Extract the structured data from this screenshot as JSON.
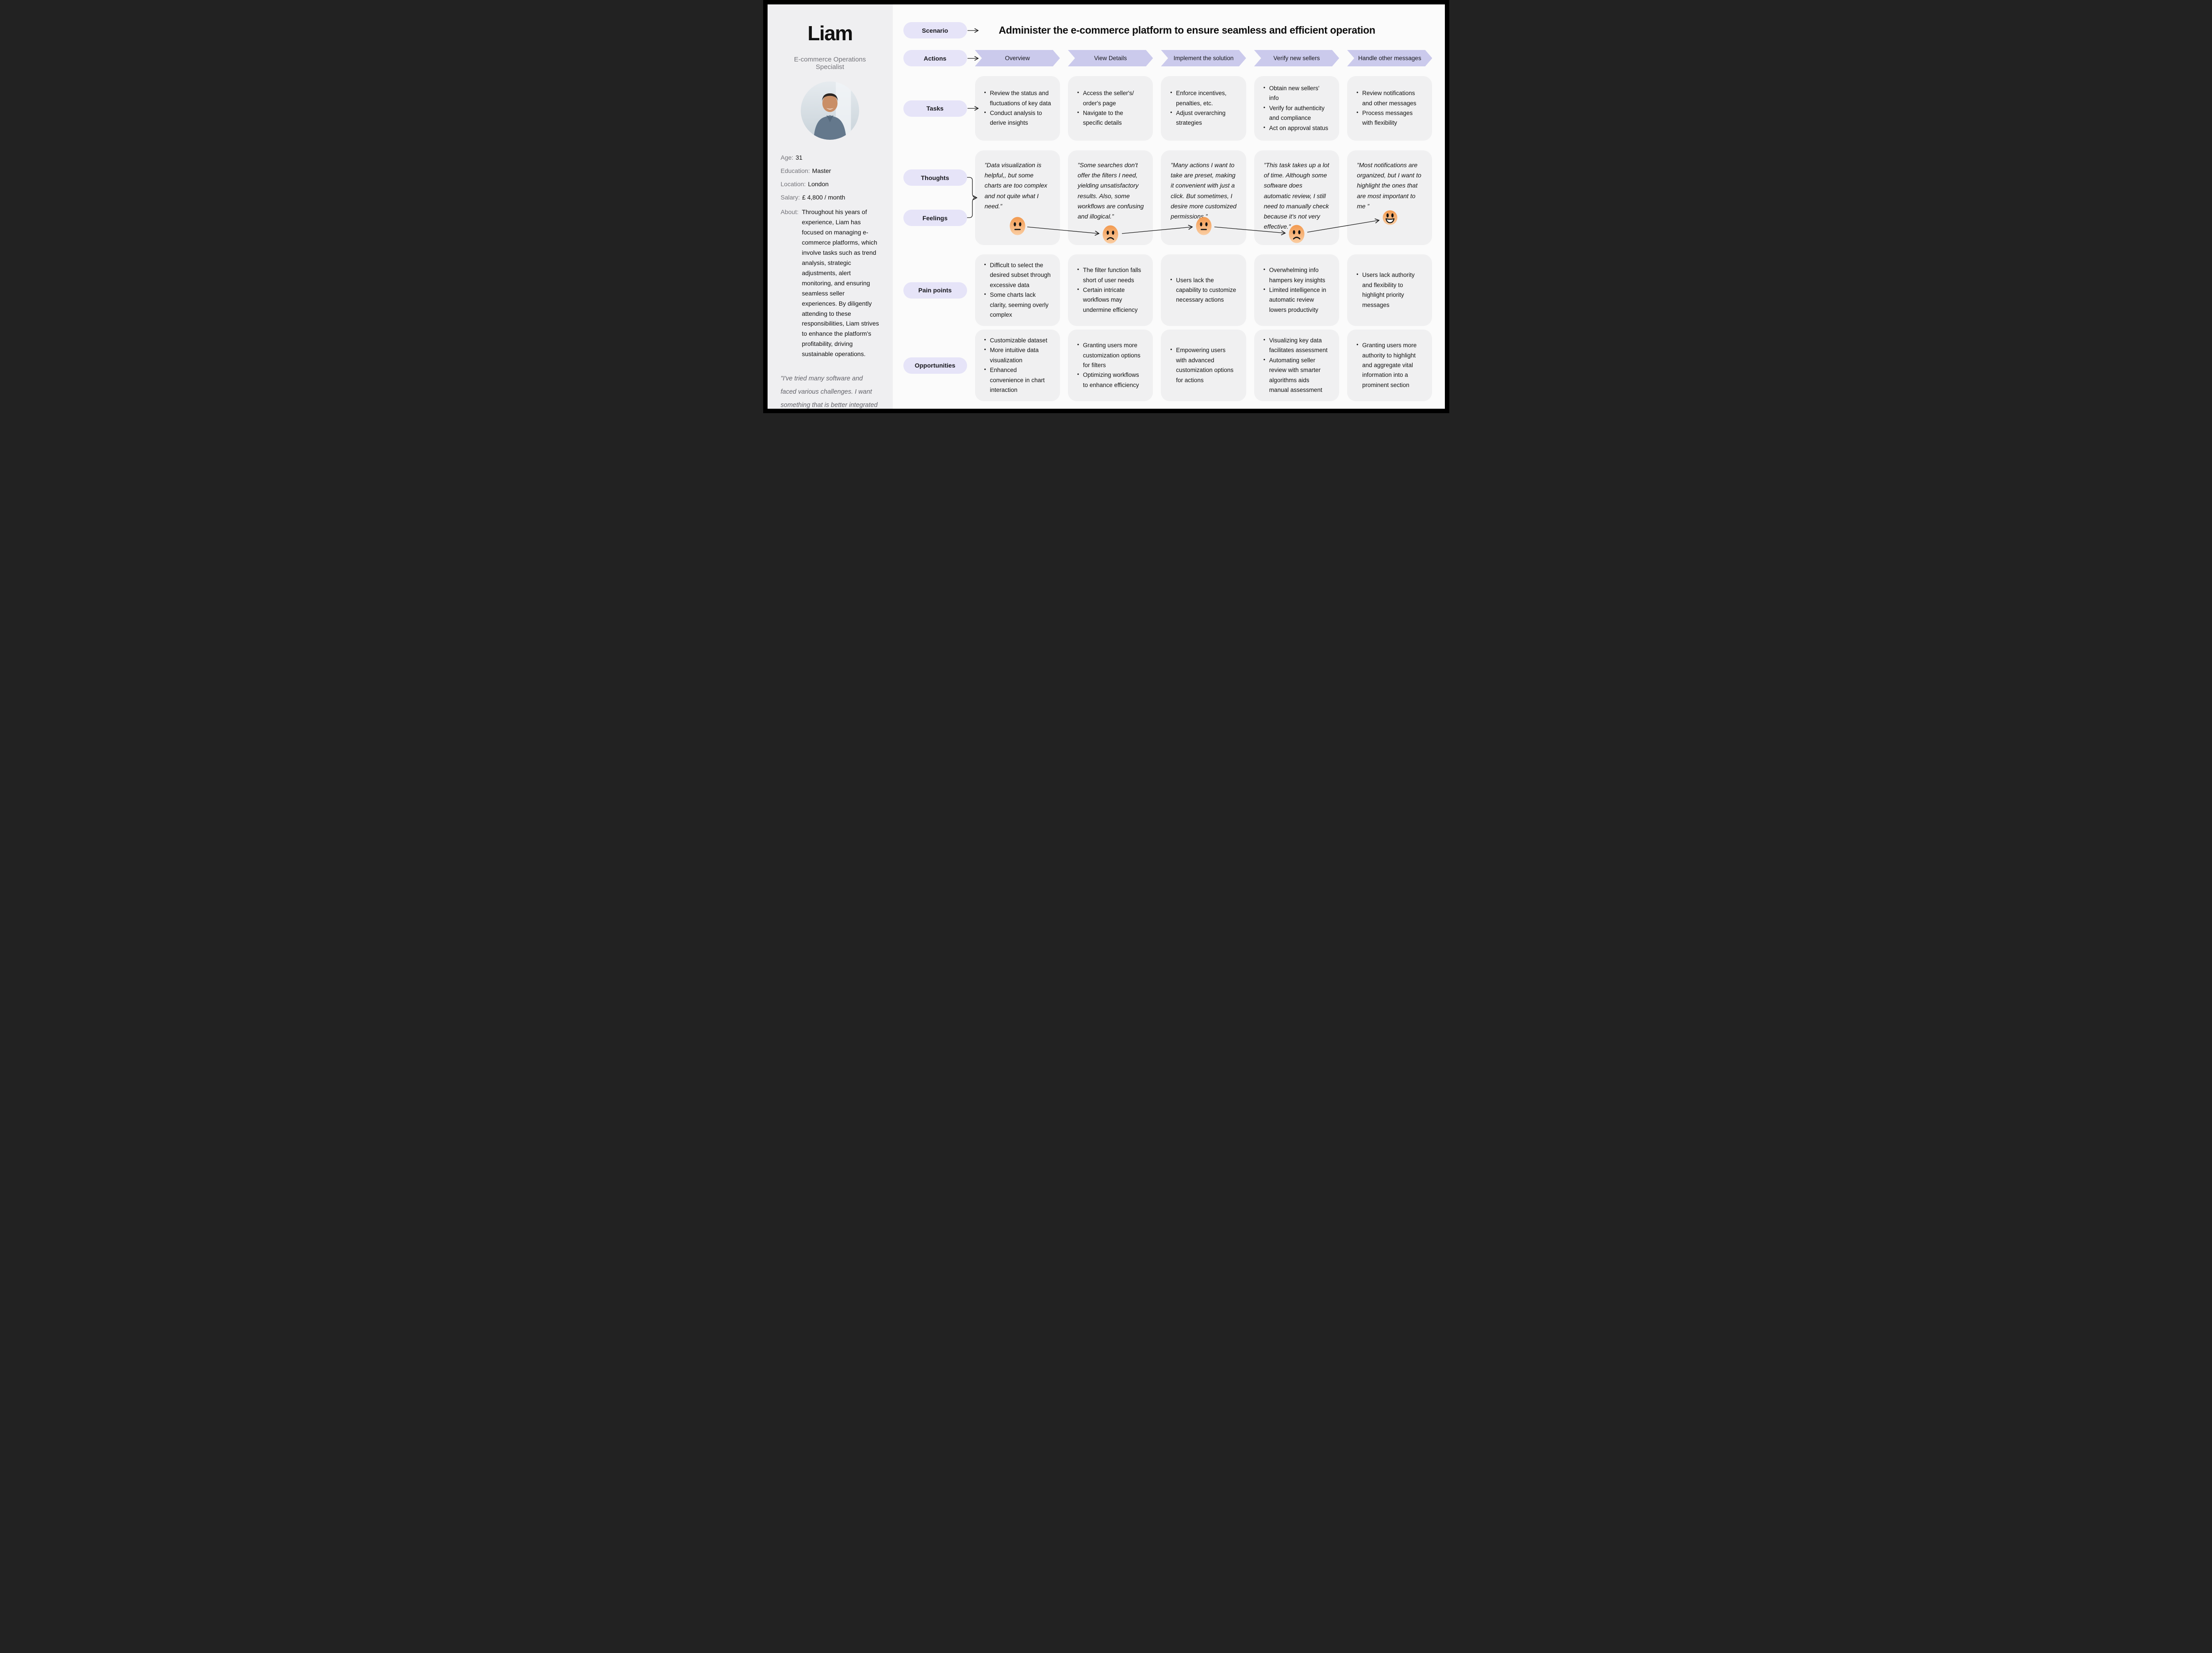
{
  "persona": {
    "name": "Liam",
    "role": "E-commerce Operations Specialist",
    "details": [
      {
        "label": "Age:",
        "value": "31"
      },
      {
        "label": "Education:",
        "value": "Master"
      },
      {
        "label": "Location:",
        "value": "London"
      },
      {
        "label": "Salary:",
        "value": "£ 4,800 / month"
      }
    ],
    "about_label": "About:",
    "about": "Throughout his years of experience, Liam has focused on managing e-commerce platforms, which involve tasks such as trend analysis, strategic adjustments, alert monitoring, and ensuring seamless seller experiences. By diligently attending to these responsibilities, Liam strives to enhance the platform's profitability, driving sustainable operations.",
    "quote": "”I've tried many software and faced various challenges. I want something that is better integrated into our workflow seamlessly.”"
  },
  "journey": {
    "scenario": {
      "label": "Scenario",
      "title": "Administer the e-commerce platform to ensure seamless and efficient operation"
    },
    "actions": {
      "label": "Actions",
      "steps": [
        "Overview",
        "View Details",
        "Implement the solution",
        "Verify new sellers",
        "Handle other messages"
      ]
    },
    "tasks": {
      "label": "Tasks",
      "cards": [
        {
          "items": [
            "Review the status and fluctuations of key data",
            "Conduct analysis to derive insights"
          ]
        },
        {
          "items": [
            "Access the seller's/ order's page",
            "Navigate to the specific details"
          ]
        },
        {
          "items": [
            "Enforce incentives, penalties, etc.",
            "Adjust overarching strategies"
          ]
        },
        {
          "items": [
            "Obtain new sellers' info",
            "Verify for authenticity and compliance",
            "Act on approval status"
          ]
        },
        {
          "items": [
            "Review notifications and other messages",
            "Process messages with flexibility"
          ]
        }
      ]
    },
    "thoughts": {
      "label": "Thoughts",
      "feelings_label": "Feelings",
      "cards": [
        "”Data visualization is helpful,, but some charts are too complex and not quite what I need.”",
        "”Some searches don't offer the filters I need, yielding unsatisfactory results. Also, some workflows are confusing and illogical.”",
        "”Many actions I want to take are preset, making it convenient with just a click. But sometimes, I desire more customized permissions.”",
        "”This task takes up a lot of time. Although some software does automatic review, I still need to manually check because it's not very effective.”",
        "”Most notifications are organized, but I want to highlight the ones that are most important to me ”"
      ],
      "emotions": [
        "neutral-face",
        "sad-face",
        "neutral-face",
        "sad-face",
        "happy-face"
      ]
    },
    "pain_points": {
      "label": "Pain points",
      "cards": [
        {
          "items": [
            "Difficult to select the desired subset through excessive data",
            "Some charts lack clarity, seeming overly complex"
          ]
        },
        {
          "items": [
            "The filter function falls short of user needs",
            "Certain intricate workflows may undermine efficiency"
          ]
        },
        {
          "items": [
            "Users lack the capability to customize necessary actions"
          ]
        },
        {
          "items": [
            "Overwhelming info hampers key insights",
            "Limited intelligence in automatic review lowers productivity"
          ]
        },
        {
          "items": [
            "Users lack authority and flexibility to highlight priority messages"
          ]
        }
      ]
    },
    "opportunities": {
      "label": "Opportunities",
      "cards": [
        {
          "items": [
            "Customizable dataset",
            "More intuitive data visualization",
            "Enhanced convenience in chart interaction"
          ]
        },
        {
          "items": [
            "Granting users more customization options for filters",
            "Optimizing workflows to enhance efficiency"
          ]
        },
        {
          "items": [
            "Empowering users with advanced customization options for actions"
          ]
        },
        {
          "items": [
            "Visualizing key data facilitates assessment",
            "Automating seller review with smarter algorithms aids manual assessment"
          ]
        },
        {
          "items": [
            "Granting users more authority to highlight and aggregate vital information into a prominent section"
          ]
        }
      ]
    }
  },
  "colors": {
    "frame": "#000000",
    "background": "#FBFBFB",
    "sidebar": "#EFEFF1",
    "pill": "#E6E4F8",
    "chevron": "#CBCAEC",
    "card": "#F0F0F1",
    "emoji_orange_top": "#F2994F",
    "emoji_orange_bottom": "#FACDA2"
  }
}
